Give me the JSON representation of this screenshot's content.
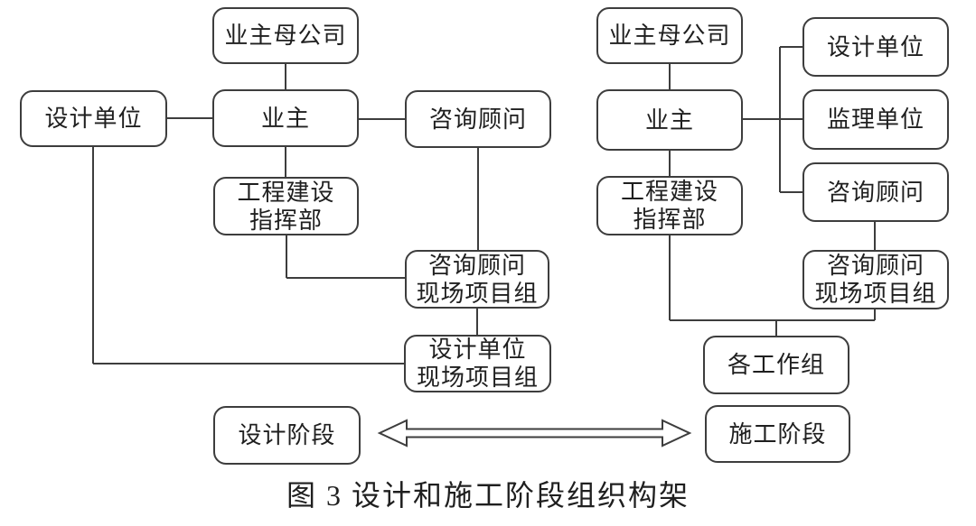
{
  "figure": {
    "caption": "图 3  设计和施工阶段组织构架"
  },
  "left_chart": {
    "title_hint": "design-phase organization",
    "owner_parent": "业主母公司",
    "design_unit": "设计单位",
    "owner": "业主",
    "consultant": "咨询顾问",
    "hq": "工程建设\n指挥部",
    "consultant_site": "咨询顾问\n现场项目组",
    "design_site": "设计单位\n现场项目组",
    "phase": "设计阶段"
  },
  "right_chart": {
    "title_hint": "construction-phase organization",
    "owner_parent": "业主母公司",
    "owner": "业主",
    "design_unit": "设计单位",
    "supervision_unit": "监理单位",
    "consultant": "咨询顾问",
    "hq": "工程建设\n指挥部",
    "consultant_site": "咨询顾问\n现场项目组",
    "work_groups": "各工作组",
    "phase": "施工阶段"
  },
  "colors": {
    "line": "#3d3d3d",
    "text": "#1f1f1f",
    "background": "#ffffff"
  }
}
